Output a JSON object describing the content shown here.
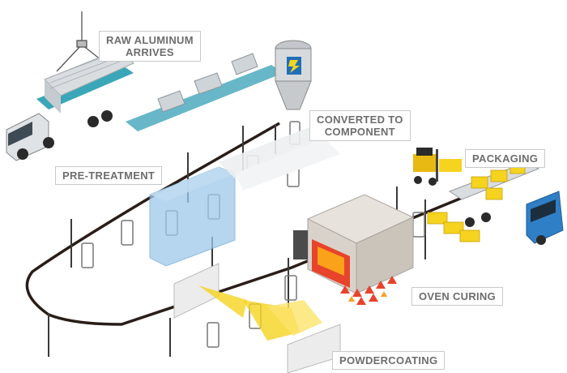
{
  "labels": {
    "raw_aluminum": [
      "RAW ALUMINUM",
      "ARRIVES"
    ],
    "converted": [
      "CONVERTED TO",
      "COMPONENT"
    ],
    "pretreatment": [
      "PRE-TREATMENT"
    ],
    "packaging": [
      "PACKAGING"
    ],
    "oven_curing": [
      "OVEN CURING"
    ],
    "powdercoating": [
      "POWDERCOATING"
    ]
  },
  "colors": {
    "conveyor": "#2a1d18",
    "belt": "#67b7c9",
    "truck_teal": "#3aa7b9",
    "truck_blue": "#2f7fc6",
    "pretreat_tank": "#9ec9ea",
    "spray_yellow": "#f5d31e",
    "oven_fire": "#e8432b",
    "label_border": "#c9c9c9",
    "label_text": "#6d6d6d"
  },
  "icons": [
    "crane-hook-icon",
    "extrusion-press-icon",
    "forklift-icon",
    "truck-icon",
    "oven-icon",
    "spray-gun-icon"
  ]
}
